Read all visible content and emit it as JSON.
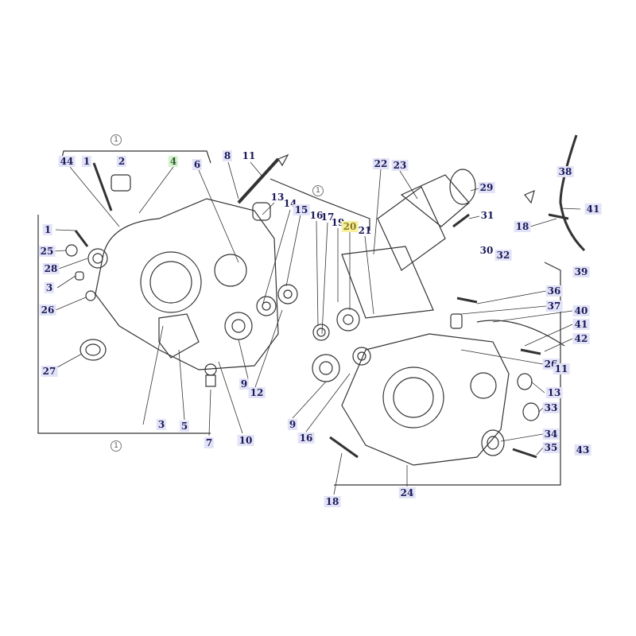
{
  "group_marker": "1",
  "labels": {
    "l44": "44",
    "l1a": "1",
    "l2": "2",
    "l4": "4",
    "l6": "6",
    "l8": "8",
    "l11a": "11",
    "l13a": "13",
    "l14": "14",
    "l15": "15",
    "l16a": "16",
    "l17": "17",
    "l19": "19",
    "l20": "20",
    "l21": "21",
    "l22": "22",
    "l23": "23",
    "l29": "29",
    "l31": "31",
    "l30": "30",
    "l32": "32",
    "l38": "38",
    "l41a": "41",
    "l18a": "18",
    "l39": "39",
    "l36": "36",
    "l37": "37",
    "l40": "40",
    "l41b": "41",
    "l42": "42",
    "l26b": "26",
    "l11b": "11",
    "l13b": "13",
    "l33": "33",
    "l34": "34",
    "l35": "35",
    "l43": "43",
    "l24": "24",
    "l18b": "18",
    "l16b": "16",
    "l9a": "9",
    "l12": "12",
    "l9b": "9",
    "l10": "10",
    "l7": "7",
    "l5": "5",
    "l3b": "3",
    "l27": "27",
    "l26a": "26",
    "l3a": "3",
    "l28": "28",
    "l25": "25",
    "l1b": "1"
  },
  "colors": {
    "label_bg": "#e3e3f7",
    "label_text": "#1a1a5a",
    "highlight_green": "#d6f2d0",
    "highlight_yellow": "#f6f0a0"
  }
}
